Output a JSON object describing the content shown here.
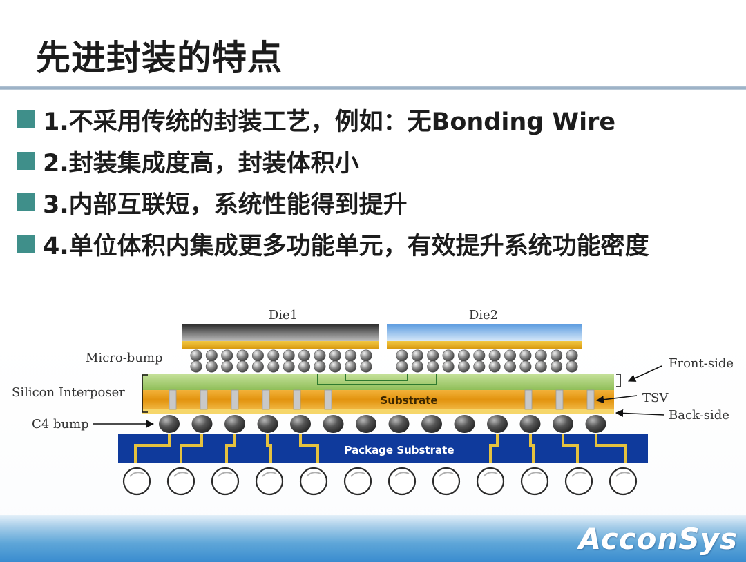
{
  "slide": {
    "title": "先进封装的特点",
    "bullets": [
      "1.不采用传统的封装工艺，例如：无Bonding Wire",
      "2.封装集成度高，封装体积小",
      "3.内部互联短，系统性能得到提升",
      "4.单位体积内集成更多功能单元，有效提升系统功能密度"
    ],
    "bullet_color": "#3f8f8a"
  },
  "diagram": {
    "die1": "Die1",
    "die2": "Die2",
    "micro_bump": "Micro-bump",
    "silicon_interposer": "Silicon Interposer",
    "c4_bump": "C4 bump",
    "substrate": "Substrate",
    "package_substrate": "Package Substrate",
    "front_side": "Front-side",
    "tsv": "TSV",
    "back_side": "Back-side",
    "colors": {
      "die1": "#4a4a4a",
      "die2": "#7fb0e4",
      "interposer_front": "#9dc868",
      "substrate": "#e39a12",
      "package_substrate": "#0f3a9c",
      "trace": "#e5c23f"
    }
  },
  "footer": {
    "brand": "AcconSys"
  }
}
